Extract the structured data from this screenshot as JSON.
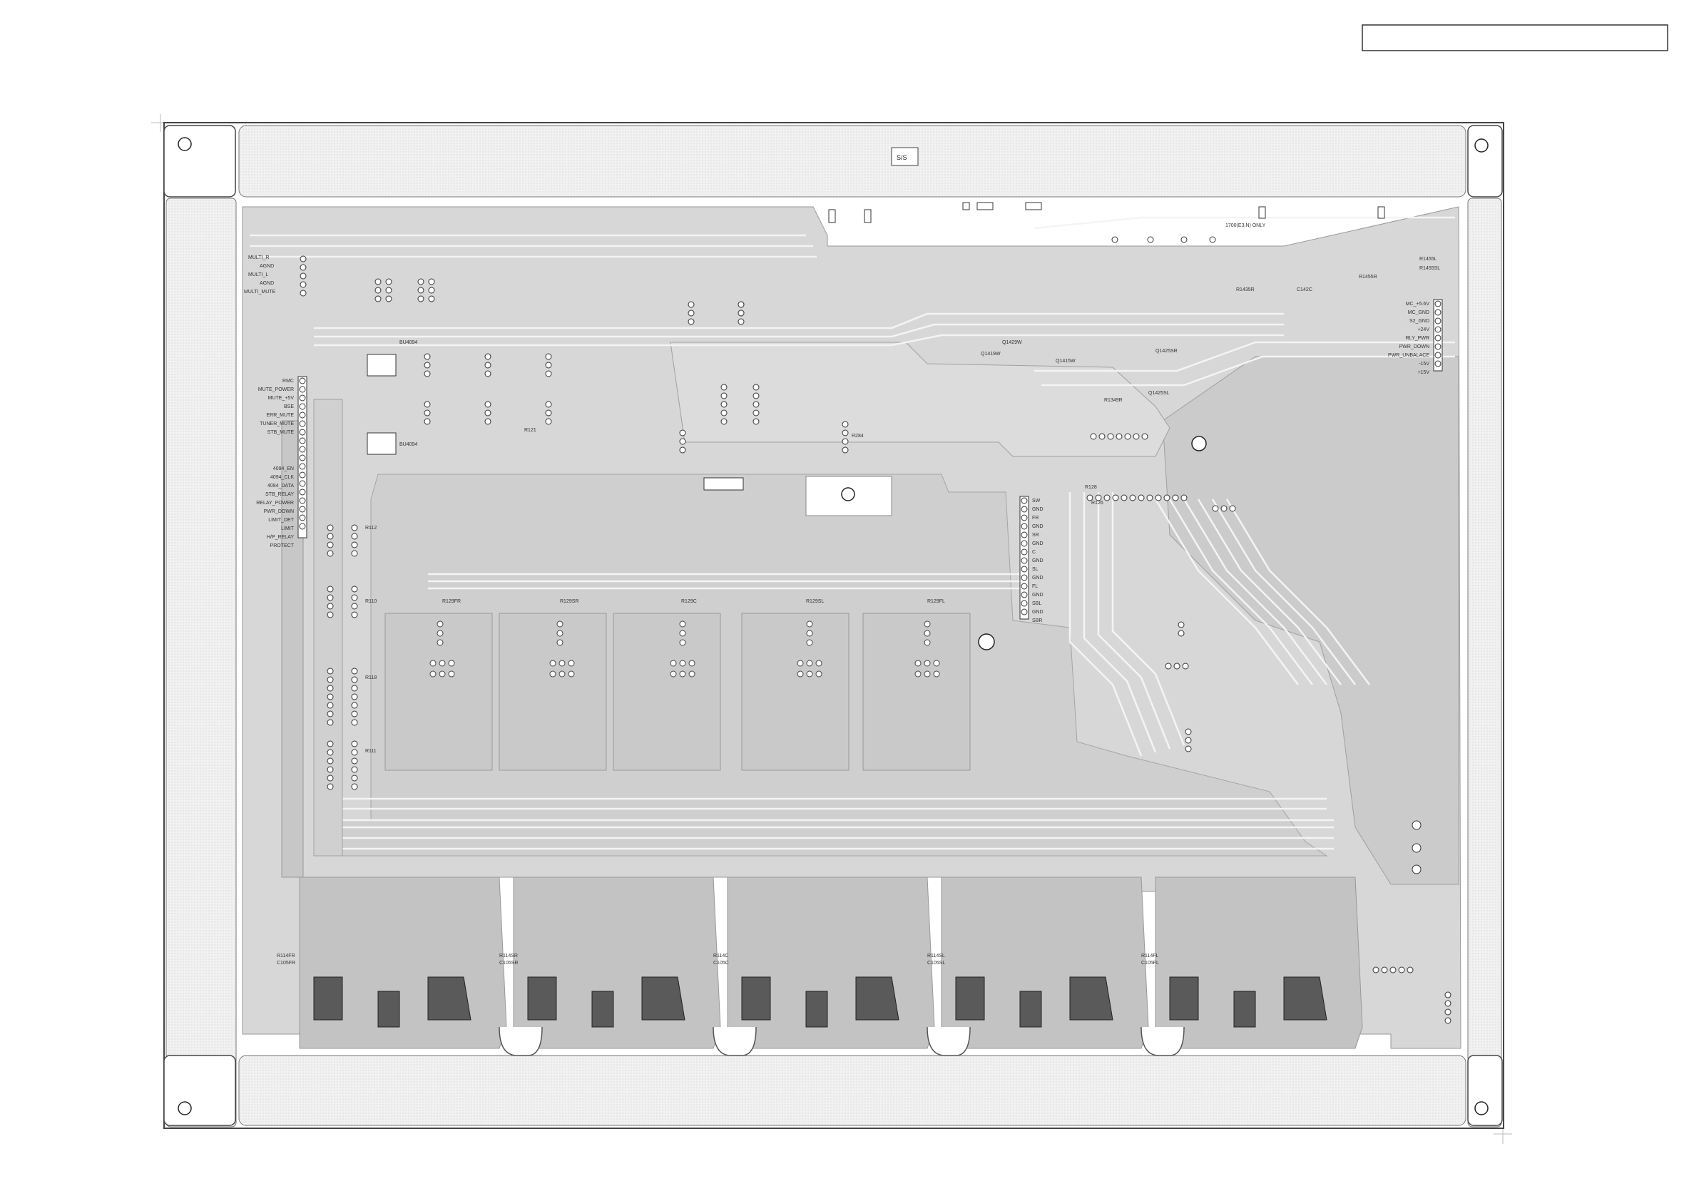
{
  "diagram": {
    "board_marker": "S/S",
    "top_box_text": "",
    "left_connector_labels": [
      "MULTI_R",
      "AGND",
      "MULTI_L",
      "AGND",
      "MULTI_MUTE"
    ],
    "control_connector_labels": [
      "RMC",
      "MUTE_POWER",
      "MUTE_+5V",
      "BSE",
      "ERR_MUTE",
      "TUNER_MUTE",
      "STB_MUTE",
      "",
      "4094_EN",
      "4094_CLK",
      "4094_DATA",
      "STB_RELAY",
      "RELAY_POWER",
      "PWR_DOWN",
      "LIMIT_DET",
      "LIMIT",
      "H/P_RELAY",
      "PROTECT"
    ],
    "right_connector_labels": [
      "MC_+5.6V",
      "MC_GND",
      "S2_GND",
      "+24V",
      "RLY_PWR",
      "PWR_DOWN",
      "PWR_UNBALACE",
      "-15V",
      "+15V"
    ],
    "center_connector_labels": [
      "SW",
      "GND",
      "FR",
      "GND",
      "SR",
      "GND",
      "C",
      "GND",
      "SL",
      "GND",
      "FL",
      "GND",
      "SBL",
      "GND",
      "SBR"
    ],
    "ic_labels": [
      "BU4094",
      "BU4094"
    ],
    "note_label": "1700(E3,N) ONLY",
    "channel_labels": [
      "R129FR",
      "R129SR",
      "R129C",
      "R129SL",
      "R129FL"
    ],
    "bottom_part_labels": [
      "R114FR",
      "C105FR",
      "R114SR",
      "C105SR",
      "R114C",
      "C105C",
      "R114SL",
      "C105SL",
      "R114FL",
      "C105FL"
    ],
    "reference_labels": [
      "Q1419W",
      "Q1429W",
      "Q1415W",
      "R1455L",
      "R1455SL",
      "Q1425SR",
      "Q1425SL",
      "R1435R",
      "R1455R",
      "R1349R",
      "C142C",
      "R112",
      "R110",
      "R111",
      "R118",
      "R121",
      "R284",
      "R126",
      "R128"
    ]
  }
}
